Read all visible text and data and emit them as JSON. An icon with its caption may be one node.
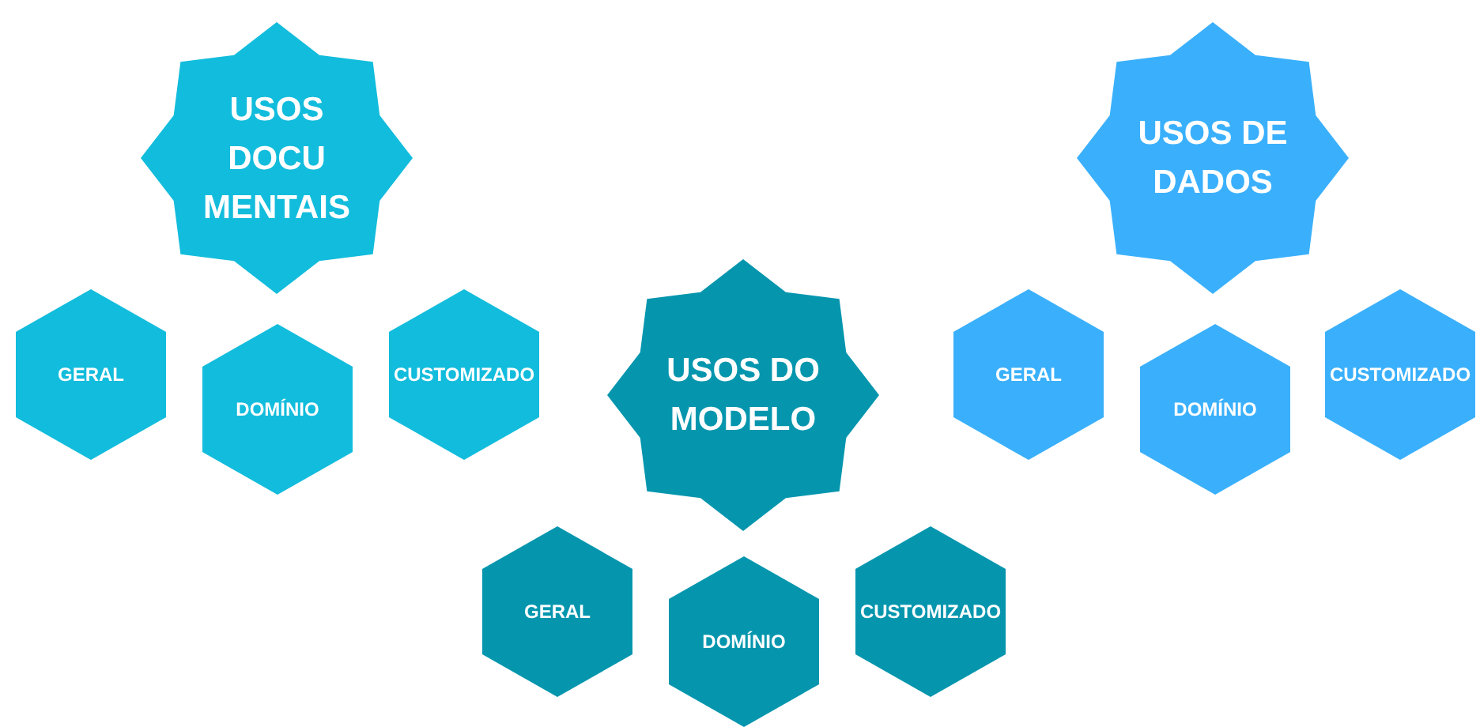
{
  "diagram": {
    "nodes": [
      {
        "text": [
          "USOS DOCU MENTAIS"
        ]
      },
      {
        "text": [
          "GERAL"
        ]
      },
      {
        "text": [
          "DOMÍNIO"
        ]
      },
      {
        "text": [
          "CUSTOMIZADO"
        ]
      },
      {
        "text": [
          "USOS DO MODELO"
        ]
      },
      {
        "text": [
          "GERAL"
        ]
      },
      {
        "text": [
          "DOMÍNIO"
        ]
      },
      {
        "text": [
          "CUSTOMIZADO"
        ]
      },
      {
        "text": [
          "USOS DE DADOS"
        ]
      },
      {
        "text": [
          "GERAL"
        ]
      },
      {
        "text": [
          "DOMÍNIO"
        ]
      },
      {
        "text": [
          "CUSTOMIZADO"
        ]
      }
    ]
  }
}
